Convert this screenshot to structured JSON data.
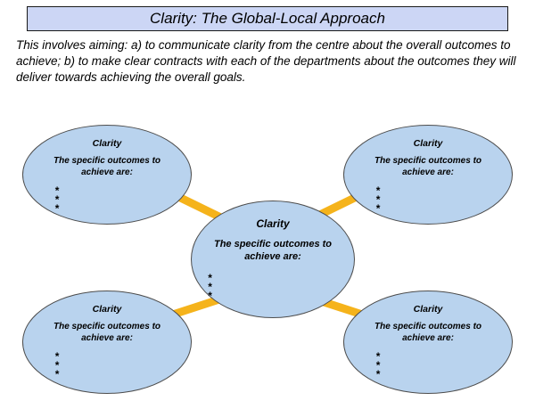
{
  "title": "Clarity: The Global-Local Approach",
  "intro": "This involves aiming: a) to communicate clarity from the centre about the overall outcomes to achieve; b) to make clear contracts with each of the departments about the outcomes they will deliver towards achieving the overall goals.",
  "colors": {
    "title_background": "#ccd6f5",
    "ellipse_fill": "#b9d3ee",
    "ellipse_border": "#4d4d4d",
    "connector": "#f5b31b",
    "text": "#000000"
  },
  "nodes": [
    {
      "position": "top-left",
      "heading": "Clarity",
      "subheading": "The specific outcomes to achieve are:",
      "bullets": [
        "*",
        "*",
        "*"
      ]
    },
    {
      "position": "top-right",
      "heading": "Clarity",
      "subheading": "The specific outcomes to achieve are:",
      "bullets": [
        "*",
        "*",
        "*"
      ]
    },
    {
      "position": "center",
      "heading": "Clarity",
      "subheading": "The specific outcomes to achieve are:",
      "bullets": [
        "*",
        "*",
        "*"
      ]
    },
    {
      "position": "bottom-left",
      "heading": "Clarity",
      "subheading": "The specific outcomes to achieve are:",
      "bullets": [
        "*",
        "*",
        "*"
      ]
    },
    {
      "position": "bottom-right",
      "heading": "Clarity",
      "subheading": "The specific outcomes to achieve are:",
      "bullets": [
        "*",
        "*",
        "*"
      ]
    }
  ]
}
